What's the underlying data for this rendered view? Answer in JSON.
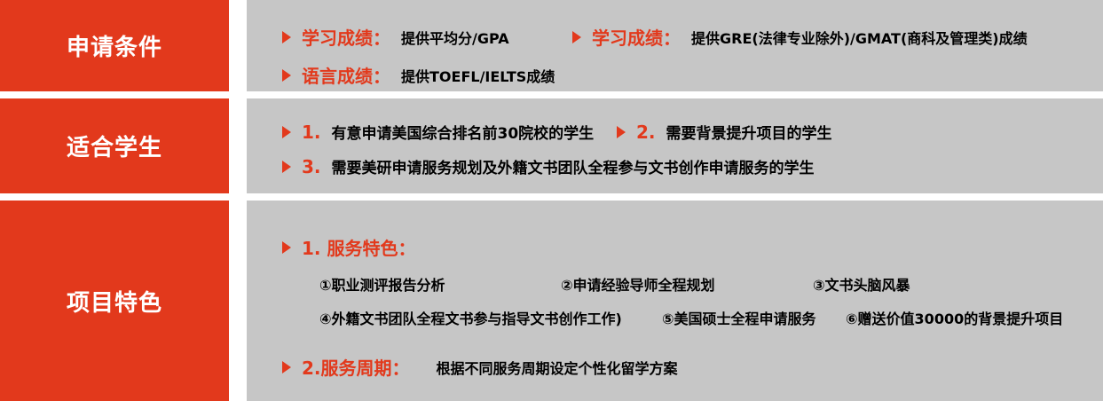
{
  "colors": {
    "accent_red": "#E2391C",
    "panel_gray": "#C6C6C6",
    "label_text": "#FFFFFF",
    "body_text": "#000000"
  },
  "sections": [
    {
      "label": "申请条件",
      "rows": [
        {
          "items": [
            {
              "kw": "学习成绩：",
              "text": "提供平均分/GPA"
            },
            {
              "kw": "学习成绩：",
              "text": "提供GRE(法律专业除外)/GMAT(商科及管理类)成绩"
            }
          ]
        },
        {
          "items": [
            {
              "kw": "语言成绩：",
              "text": "提供TOEFL/IELTS成绩"
            }
          ]
        }
      ]
    },
    {
      "label": "适合学生",
      "rows": [
        {
          "items": [
            {
              "kw": "1.",
              "text": "有意申请美国综合排名前30院校的学生"
            },
            {
              "kw": "2.",
              "text": "需要背景提升项目的学生"
            }
          ]
        },
        {
          "items": [
            {
              "kw": "3.",
              "text": "需要美研申请服务规划及外籍文书团队全程参与文书创作申请服务的学生"
            }
          ]
        }
      ]
    },
    {
      "label": "项目特色",
      "service_features_heading": "1. 服务特色：",
      "features_row1": [
        "①职业测评报告分析",
        "②申请经验导师全程规划",
        "③文书头脑风暴"
      ],
      "features_row2": [
        "④外籍文书团队全程文书参与指导文书创作工作)",
        "⑤美国硕士全程申请服务",
        "⑥赠送价值30000的背景提升项目"
      ],
      "service_period": {
        "kw": "2.服务周期：",
        "text": "根据不同服务周期设定个性化留学方案"
      }
    }
  ]
}
